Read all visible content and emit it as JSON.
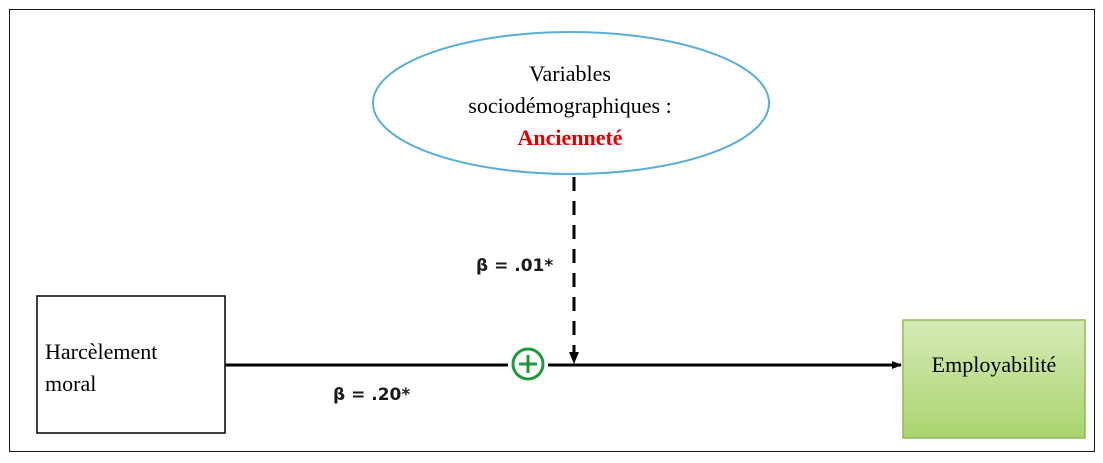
{
  "moderator": {
    "line1": "Variables",
    "line2": "sociodémographiques :",
    "highlight": "Ancienneté"
  },
  "predictor": {
    "line1": "Harcèlement",
    "line2": "moral"
  },
  "outcome": {
    "label": "Employabilité"
  },
  "coefficients": {
    "moderation": "β = .01*",
    "main": "β = .20*"
  },
  "interaction_symbol": "⊕",
  "colors": {
    "ellipse_stroke": "#5aaed8",
    "highlight_text": "#e00000",
    "outcome_fill_top": "#d7eab7",
    "outcome_fill_bottom": "#a9d46e",
    "outcome_stroke": "#8fbc55",
    "interaction_symbol": "#1e9a3c",
    "line": "#000000"
  }
}
